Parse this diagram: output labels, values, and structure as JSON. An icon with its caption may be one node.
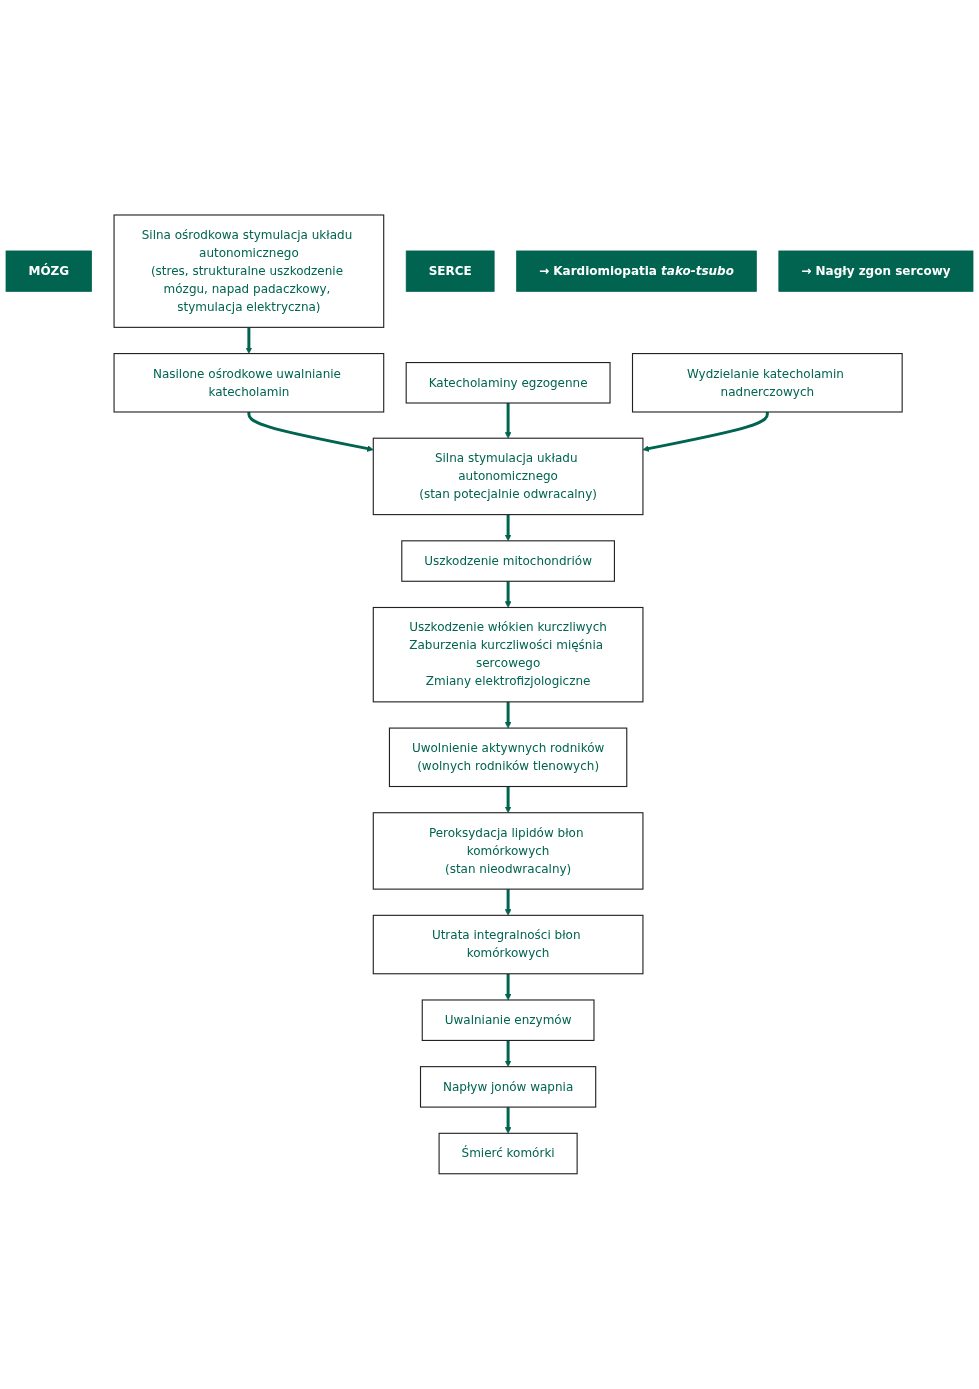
{
  "diagram": {
    "nodes": [
      {
        "text": [
          "MÓZG"
        ]
      },
      {
        "text": [
          "Silna ośrodkowa stymulacja układu autonomicznego",
          "(stres, strukturalne uszkodzenie mózgu, napad padaczkowy, stymulacja elektryczna)"
        ]
      },
      {
        "text": [
          "Nasilone ośrodkowe uwalnianie katecholamin"
        ]
      },
      {
        "text": [
          "Katecholaminy egzogenne"
        ]
      },
      {
        "text": [
          "Wydzielanie katecholamin nadnerczowych"
        ]
      },
      {
        "text": [
          "SERCE"
        ]
      },
      {
        "text": [
          "Silna stymulacja układu autonomicznego",
          "(stan potecjalnie odwracalny)"
        ]
      },
      {
        "text": [
          "Uszkodzenie mitochondriów"
        ]
      },
      {
        "text": [
          "Uszkodzenie włókien kurczliwych",
          "Zaburzenia kurczliwości mięśnia sercowego",
          "Zmiany elektrofizjologiczne"
        ]
      },
      {
        "text": [
          "→ Kardiomiopatia *tako-tsubo*"
        ]
      },
      {
        "text": [
          "→ Nagły zgon sercowy"
        ]
      },
      {
        "text": [
          "Uwolnienie aktywnych rodników",
          "(wolnych rodników tlenowych)"
        ]
      },
      {
        "text": [
          "Peroksydacja lipidów błon komórkowych",
          "(stan nieodwracalny)"
        ]
      },
      {
        "text": [
          "Utrata integralności błon komórkowych"
        ]
      },
      {
        "text": [
          "Uwalnianie enzymów"
        ]
      },
      {
        "text": [
          "Napływ jonów wapnia"
        ]
      },
      {
        "text": [
          "Śmierć komórki"
        ]
      }
    ],
    "edges": [
      {
        "from": 1,
        "to": 2,
        "arrow": "to"
      },
      {
        "from": 2,
        "to": 6,
        "arrow": "to"
      },
      {
        "from": 3,
        "to": 6,
        "arrow": "to"
      },
      {
        "from": 4,
        "to": 6,
        "arrow": "to"
      },
      {
        "from": 6,
        "to": 7,
        "arrow": "to"
      },
      {
        "from": 7,
        "to": 8,
        "arrow": "to"
      },
      {
        "from": 8,
        "to": 11,
        "arrow": "to"
      },
      {
        "from": 11,
        "to": 12,
        "arrow": "to"
      },
      {
        "from": 12,
        "to": 13,
        "arrow": "to"
      },
      {
        "from": 13,
        "to": 14,
        "arrow": "to"
      },
      {
        "from": 14,
        "to": 15,
        "arrow": "to"
      },
      {
        "from": 15,
        "to": 16,
        "arrow": "to"
      }
    ]
  }
}
